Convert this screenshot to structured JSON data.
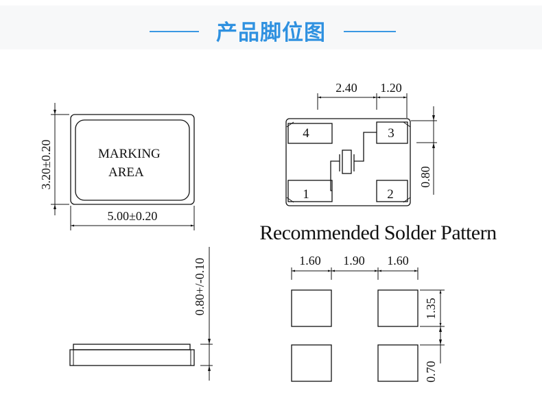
{
  "header": {
    "title": "产品脚位图"
  },
  "top_view": {
    "marking_line1": "MARKING",
    "marking_line2": "AREA",
    "height_dim": "3.20±0.20",
    "width_dim": "5.00±0.20"
  },
  "bottom_view": {
    "pad_labels": [
      "1",
      "2",
      "3",
      "4"
    ],
    "dim_pad_spacing": "2.40",
    "dim_pad_width": "1.20",
    "dim_pad_height": "0.80"
  },
  "side_view": {
    "thickness_dim": "0.80+/-0.10"
  },
  "solder_pattern": {
    "title": "Recommended Solder Pattern",
    "dim_pad_width_left": "1.60",
    "dim_gap": "1.90",
    "dim_pad_width_right": "1.60",
    "dim_pad_height": "1.35",
    "dim_pad_gap": "0.70"
  }
}
